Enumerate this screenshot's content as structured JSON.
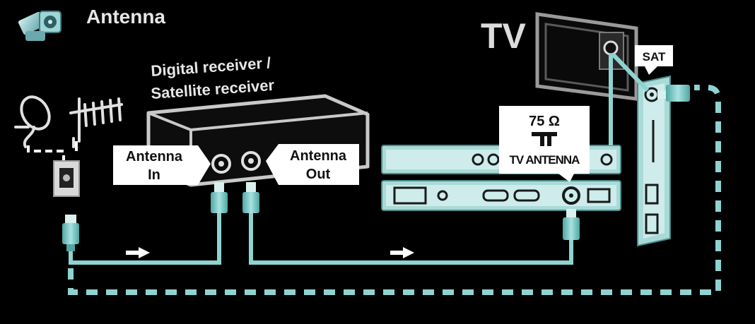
{
  "header": {
    "title": "Antenna"
  },
  "labels": {
    "tv": "TV",
    "receiver_line1": "Digital receiver /",
    "receiver_line2": "Satellite receiver",
    "antenna_in_line1": "Antenna",
    "antenna_in_line2": "In",
    "antenna_out_line1": "Antenna",
    "antenna_out_line2": "Out",
    "impedance": "75 Ω",
    "tv_antenna": "TV ANTENNA",
    "sat": "SAT"
  },
  "colors": {
    "background": "#000000",
    "cable": "#8fd3d1",
    "cable_dark": "#4fa6a3",
    "device_fill": "#0d0d0d",
    "device_stroke": "#c9c9c9",
    "label_bg": "#ffffff",
    "label_text": "#111111",
    "text_light": "#e6e6e6"
  },
  "icons": {
    "antenna_logo": "antenna-plug-icon",
    "aerial": "satellite-dish-and-aerial-icon",
    "arrow": "signal-direction-arrow-icon"
  }
}
